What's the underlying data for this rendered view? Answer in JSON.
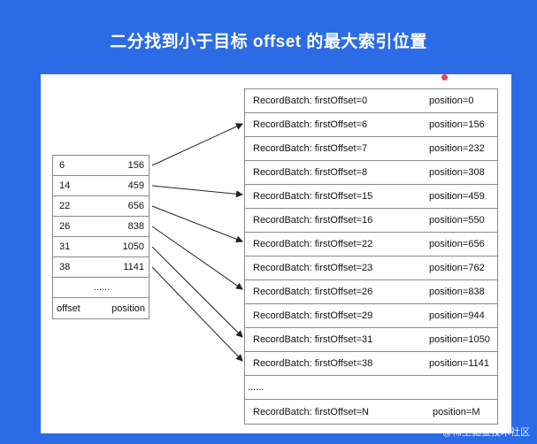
{
  "title": "二分找到小于目标 offset 的最大索引位置",
  "index_table": {
    "rows": [
      {
        "offset": "6",
        "position": "156"
      },
      {
        "offset": "14",
        "position": "459"
      },
      {
        "offset": "22",
        "position": "656"
      },
      {
        "offset": "26",
        "position": "838"
      },
      {
        "offset": "31",
        "position": "1050"
      },
      {
        "offset": "38",
        "position": "1141"
      }
    ],
    "ellipsis": "......",
    "header": {
      "offset": "offset",
      "position": "position"
    }
  },
  "records": {
    "rows": [
      {
        "label": "RecordBatch: firstOffset=0",
        "position": "position=0"
      },
      {
        "label": "RecordBatch: firstOffset=6",
        "position": "position=156"
      },
      {
        "label": "RecordBatch: firstOffset=7",
        "position": "position=232"
      },
      {
        "label": "RecordBatch: firstOffset=8",
        "position": "position=308"
      },
      {
        "label": "RecordBatch: firstOffset=15",
        "position": "position=459"
      },
      {
        "label": "RecordBatch: firstOffset=16",
        "position": "position=550"
      },
      {
        "label": "RecordBatch: firstOffset=22",
        "position": "position=656"
      },
      {
        "label": "RecordBatch: firstOffset=23",
        "position": "position=762"
      },
      {
        "label": "RecordBatch: firstOffset=26",
        "position": "position=838"
      },
      {
        "label": "RecordBatch: firstOffset=29",
        "position": "position=944"
      },
      {
        "label": "RecordBatch: firstOffset=31",
        "position": "position=1050"
      },
      {
        "label": "RecordBatch: firstOffset=38",
        "position": "position=1141"
      }
    ],
    "ellipsis": "......",
    "last": {
      "label": "RecordBatch: firstOffset=N",
      "position": "position=M"
    }
  },
  "watermark": "@稀土掘金技术社区",
  "colors": {
    "background": "#2b6ce6",
    "accent_dot": "#e8455a",
    "border": "#8a8a8a"
  }
}
